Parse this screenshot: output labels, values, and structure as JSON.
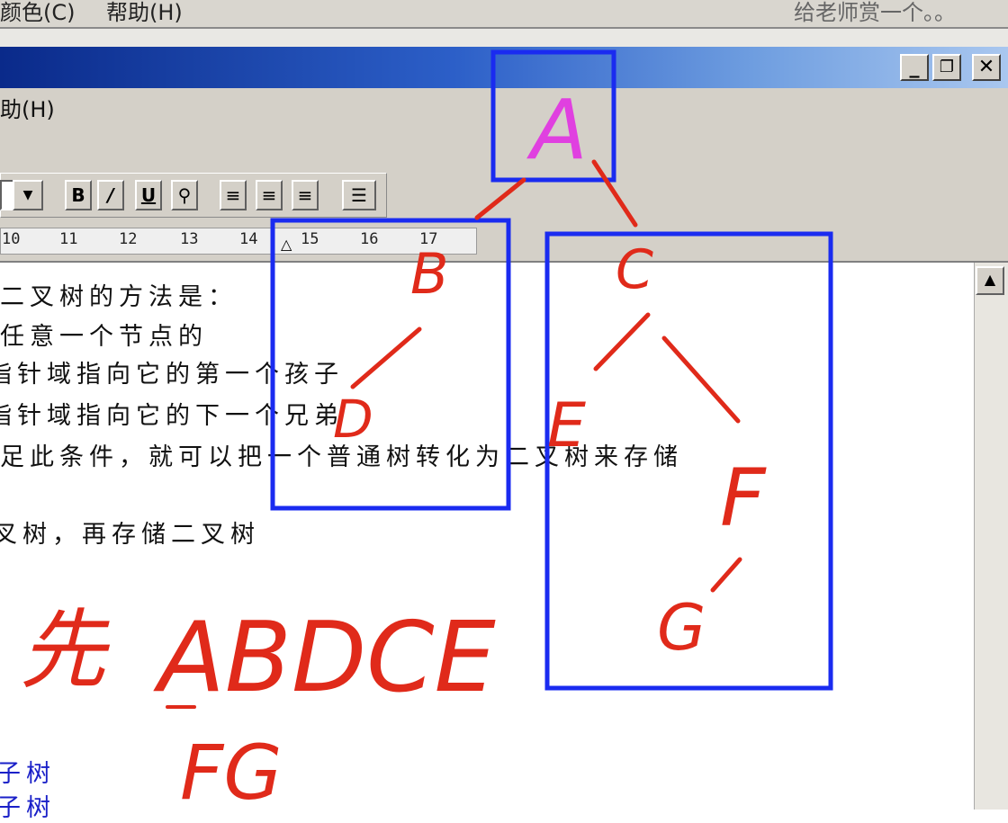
{
  "host_menu": {
    "item_color": "颜色(C)",
    "item_help": "帮助(H)",
    "caption": "给老师赏一个。。"
  },
  "window": {
    "menu_help": "助(H)",
    "btn_min": "_",
    "btn_restore": "❐",
    "btn_close": "✕"
  },
  "toolbar": {
    "dropdown_arrow": "▼",
    "bold": "B",
    "italic": "/",
    "underline": "U",
    "highlight": "⚲",
    "align_left": "≡",
    "align_center": "≡",
    "align_right": "≡",
    "list": "☰"
  },
  "ruler": {
    "ticks": [
      "10",
      "11",
      "12",
      "13",
      "14",
      "15",
      "16",
      "17"
    ]
  },
  "document": {
    "lines": [
      "二叉树的方法是：",
      "任意一个节点的",
      "指针域指向它的第一个孩子",
      "指针域指向它的下一个兄弟",
      "足此条件，就可以把一个普通树转化为二叉树来存储",
      "叉树，再存储二叉树",
      "子树",
      "子树"
    ]
  },
  "annotations": {
    "nodes": [
      "A",
      "B",
      "D",
      "C",
      "E",
      "F",
      "G"
    ],
    "order_prefix": "先",
    "order_line1": "ABDCE",
    "order_line2": "FG",
    "colors": {
      "ink_red": "#e02a1a",
      "ink_magenta": "#e040e0",
      "box_blue": "#1a2bf0"
    }
  }
}
